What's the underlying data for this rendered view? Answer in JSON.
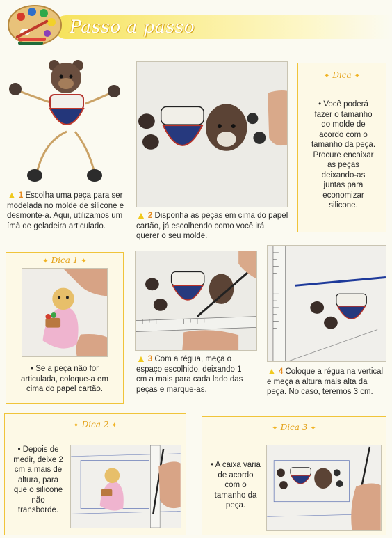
{
  "header": {
    "title": "Passo a passo"
  },
  "steps": [
    {
      "num": "1",
      "text": "Escolha uma peça para ser modelada no molde de silicone e desmonte-a. Aqui, utilizamos um ímã de geladeira articulado."
    },
    {
      "num": "2",
      "text": "Disponha as peças em cima do papel cartão, já escolhendo como você irá querer o seu molde."
    },
    {
      "num": "3",
      "text": "Com a régua, meça o espaço escolhido, deixando 1 cm a mais para cada lado das peças e marque-as."
    },
    {
      "num": "4",
      "text": "Coloque a régua na vertical e meça a altura mais alta da peça. No caso, teremos 3 cm."
    }
  ],
  "tips": {
    "dica": {
      "title": "Dica",
      "text": "• Você poderá fazer o tamanho do molde de acordo com o tamanho da peça. Procure encaixar as peças deixando-as juntas para economizar silicone."
    },
    "dica1": {
      "title": "Dica 1",
      "text": "• Se a peça não for articulada, coloque-a em cima do papel cartão."
    },
    "dica2": {
      "title": "Dica 2",
      "text": "• Depois de medir, deixe 2 cm a mais de altura, para que o silicone não transborde."
    },
    "dica3": {
      "title": "Dica 3",
      "text": "• A caixa varia de acordo com o tamanho da peça."
    }
  },
  "icons": {
    "logo": "paint-palette-icon",
    "step_marker": "arrow-up-icon",
    "tip_ornament": "sparkle-icon"
  },
  "colors": {
    "accent": "#f0c43a",
    "step_number": "#e58a1f",
    "title": "#ffffff"
  }
}
